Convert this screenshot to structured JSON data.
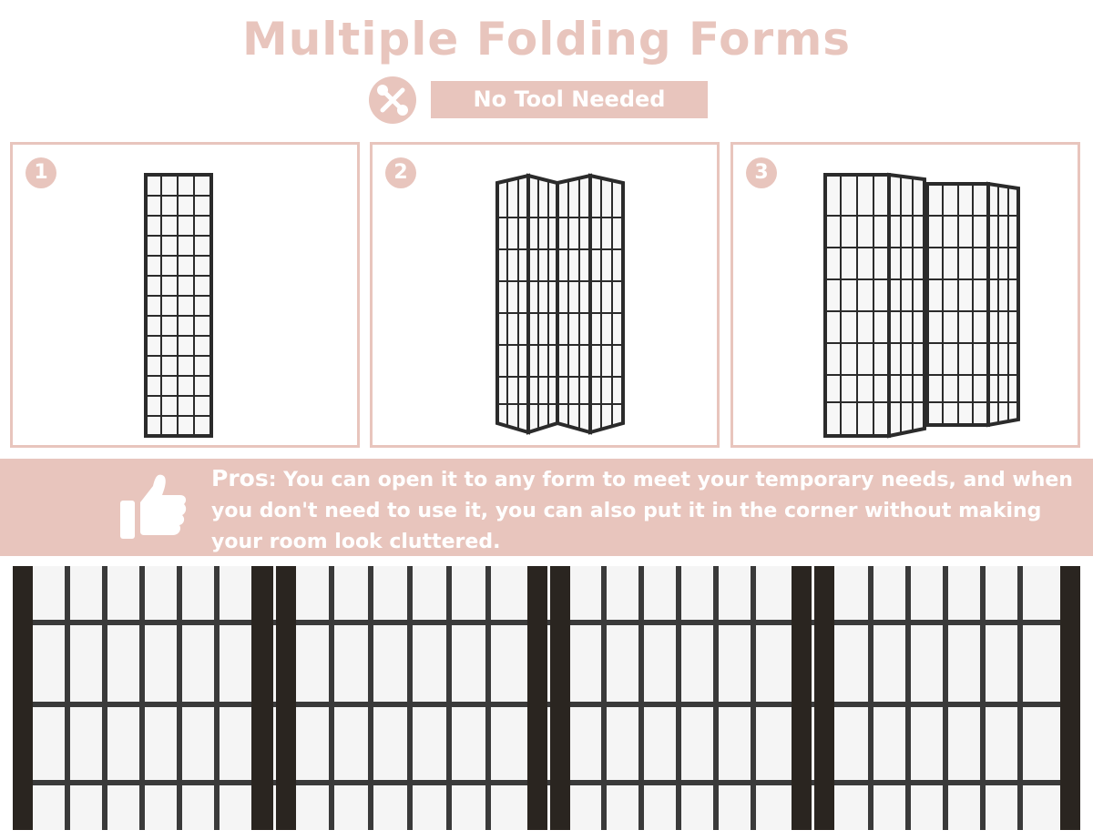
{
  "header": {
    "title": "Multiple Folding Forms",
    "tool_badge": "No Tool Needed",
    "tool_icon": "no-tool-icon"
  },
  "steps": [
    {
      "number": "1"
    },
    {
      "number": "2"
    },
    {
      "number": "3"
    }
  ],
  "pros": {
    "label": "Pros",
    "text": ": You can open it to any form to meet your temporary needs, and when you don't need to use it, you can also put it in the corner without making your room look cluttered.",
    "icon": "thumbs-up-icon"
  },
  "colors": {
    "accent": "#e8c5bd",
    "frame": "#2b2b2b",
    "panel": "#f7f7f7"
  }
}
